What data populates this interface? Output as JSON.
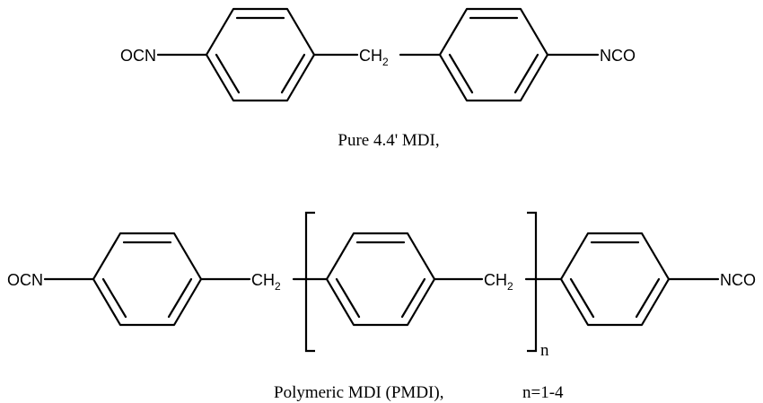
{
  "structure_1": {
    "left_group": "OCN",
    "bridge_main": "CH",
    "bridge_sub": "2",
    "right_group": "NCO",
    "caption": "Pure 4.4' MDI,"
  },
  "structure_2": {
    "left_group": "OCN",
    "bridge1_main": "CH",
    "bridge1_sub": "2",
    "bridge2_main": "CH",
    "bridge2_sub": "2",
    "right_group": "NCO",
    "repeat_label": "n",
    "caption": "Polymeric MDI (PMDI),",
    "repeat_range": "n=1-4"
  }
}
